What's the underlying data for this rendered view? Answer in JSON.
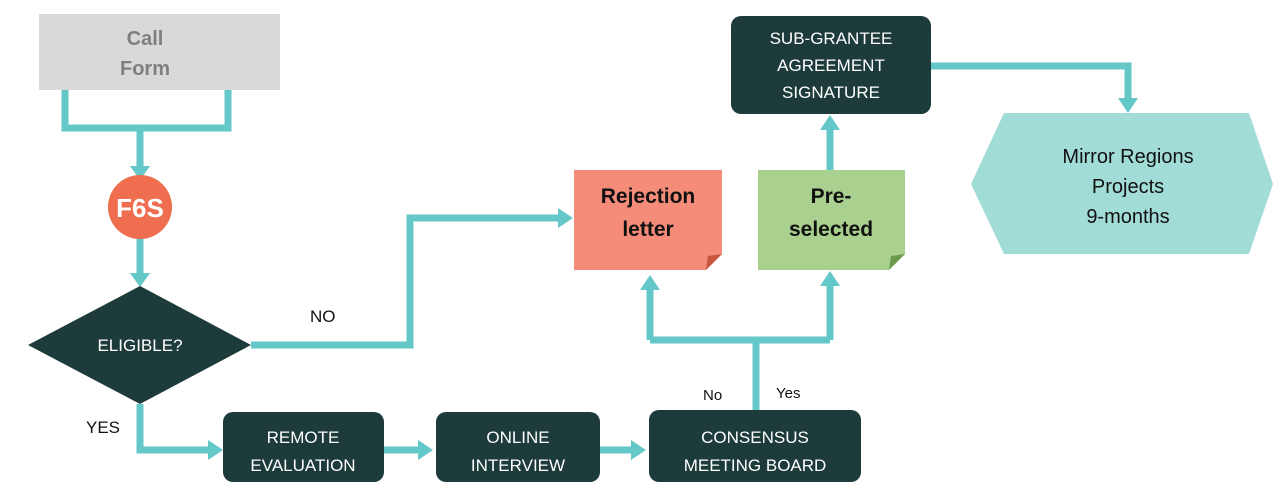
{
  "colors": {
    "connector": "#64c7c8",
    "dark_box": "#1d3b3a",
    "call_form_box": "#d9d9d9",
    "call_form_text": "#7f7f7f",
    "logo_circle": "#ef6e4f",
    "rejection_note": "#f58b79",
    "preselected_note": "#a9d08e",
    "mirror_hexagon": "#a2dcd6"
  },
  "nodes": {
    "call_form": {
      "line1": "Call",
      "line2": "Form"
    },
    "logo": {
      "text": "F6S"
    },
    "eligible": {
      "text": "ELIGIBLE?"
    },
    "remote_evaluation": {
      "line1": "REMOTE",
      "line2": "EVALUATION"
    },
    "online_interview": {
      "line1": "ONLINE",
      "line2": "INTERVIEW"
    },
    "consensus_meeting": {
      "line1": "CONSENSUS",
      "line2": "MEETING BOARD"
    },
    "rejection_letter": {
      "line1": "Rejection",
      "line2": "letter"
    },
    "preselected": {
      "line1": "Pre-",
      "line2": "selected"
    },
    "sub_grantee": {
      "line1": "SUB-GRANTEE",
      "line2": "AGREEMENT",
      "line3": "SIGNATURE"
    },
    "mirror_regions": {
      "line1": "Mirror Regions",
      "line2": "Projects",
      "line3": "9-months"
    }
  },
  "labels": {
    "no_upper": "NO",
    "yes_upper": "YES",
    "no": "No",
    "yes": "Yes"
  }
}
